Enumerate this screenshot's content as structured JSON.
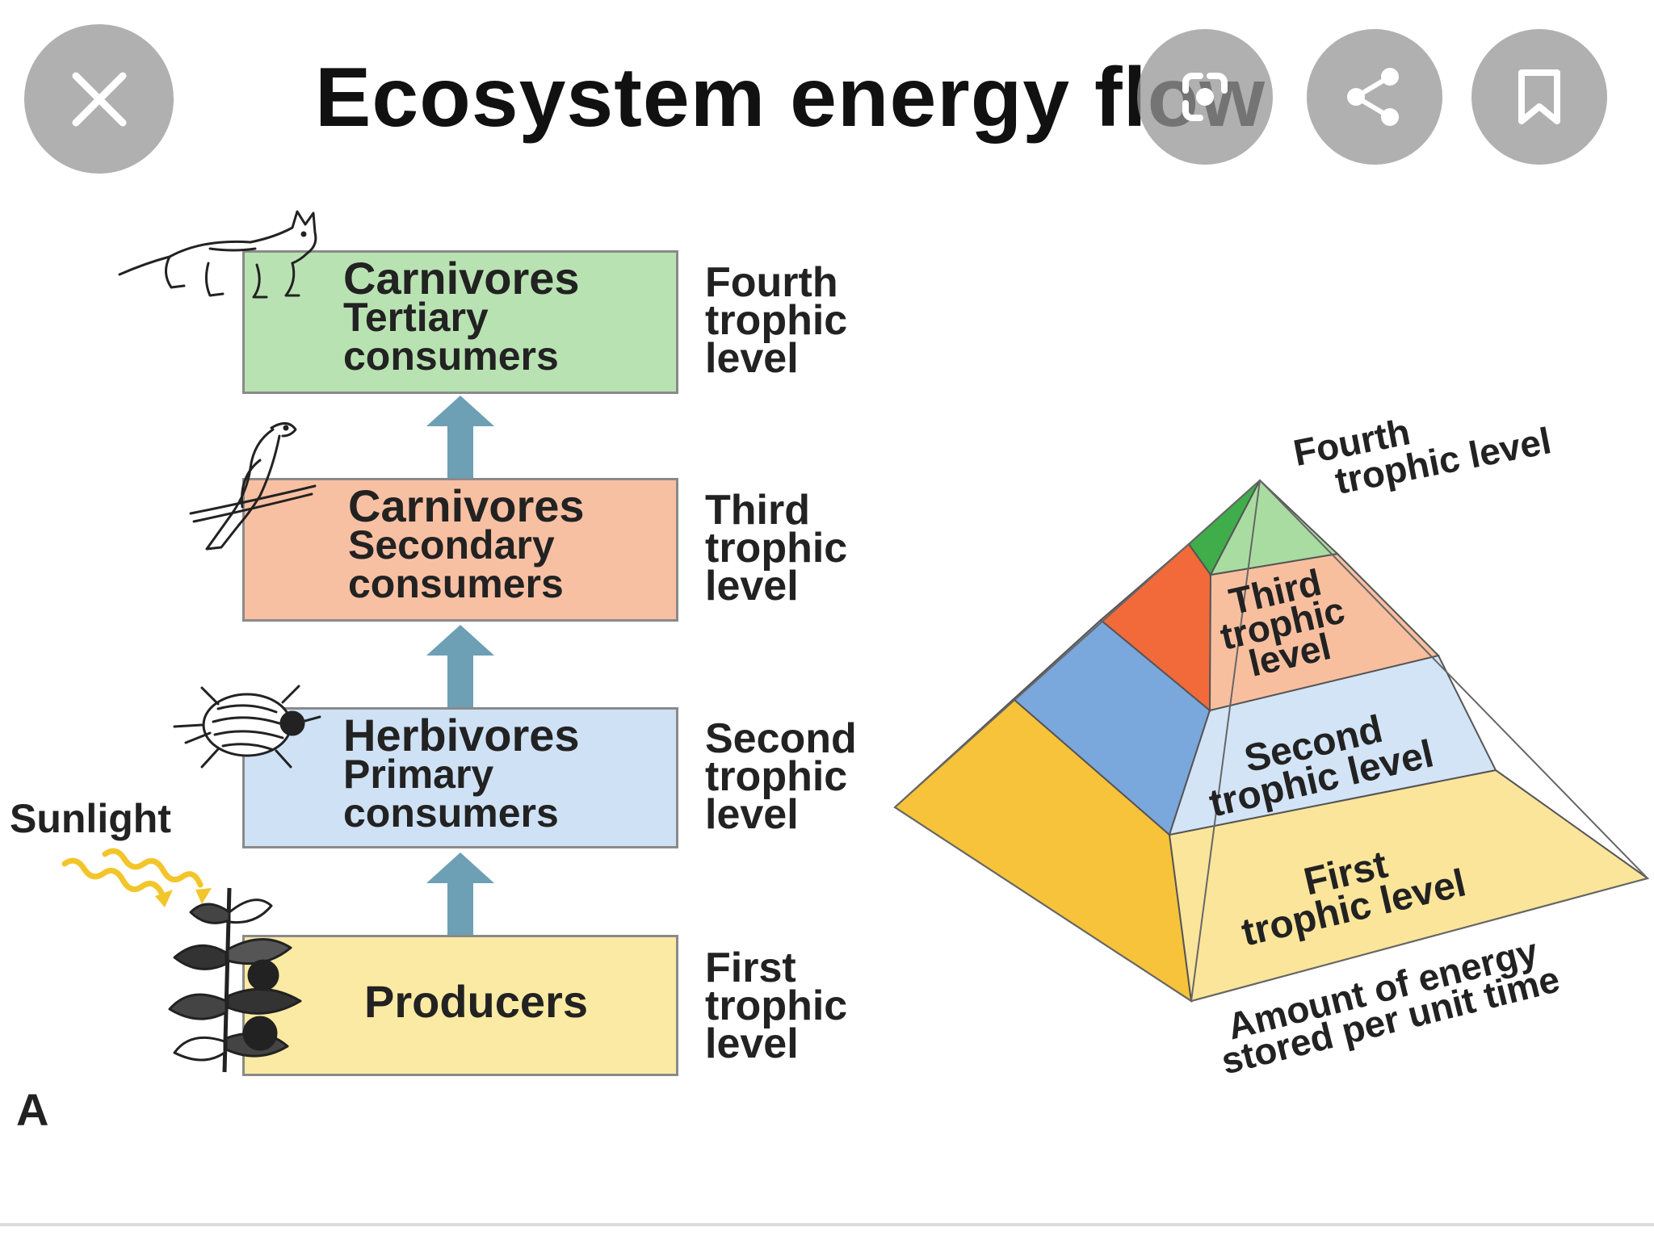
{
  "header": {
    "title": "Ecosystem energy flow",
    "close_icon": "close-icon",
    "lens_icon": "lens-icon",
    "share_icon": "share-icon",
    "bookmark_icon": "bookmark-icon"
  },
  "diagram": {
    "panel_letter": "A",
    "sunlight_label": "Sunlight",
    "levels": [
      {
        "line1": "Carnivores",
        "line2": "Tertiary",
        "line3": "consumers",
        "trophic": [
          "Fourth",
          "trophic",
          "level"
        ],
        "color": "#b9e2b2"
      },
      {
        "line1": "Carnivores",
        "line2": "Secondary",
        "line3": "consumers",
        "trophic": [
          "Third",
          "trophic",
          "level"
        ],
        "color": "#f8c0a3"
      },
      {
        "line1": "Herbivores",
        "line2": "Primary",
        "line3": "consumers",
        "trophic": [
          "Second",
          "trophic",
          "level"
        ],
        "color": "#cfe1f5"
      },
      {
        "line1": "Producers",
        "trophic": [
          "First",
          "trophic",
          "level"
        ],
        "color": "#fbeaa3"
      }
    ],
    "arrow_color": "#6d9fb5",
    "animals": [
      "cat-icon",
      "bird-icon",
      "beetle-icon",
      "plant-icon"
    ]
  },
  "pyramid": {
    "fourth": [
      "Fourth",
      "trophic level"
    ],
    "third": [
      "Third",
      "trophic",
      "level"
    ],
    "second": [
      "Second",
      "trophic level"
    ],
    "first": [
      "First",
      "trophic level"
    ],
    "caption": [
      "Amount of energy",
      "stored per unit time"
    ],
    "colors": {
      "yellow_dark": "#f6c33a",
      "yellow_light": "#fbe59a",
      "blue_dark": "#7aa7dc",
      "blue_light": "#d3e4f6",
      "orange_dark": "#f36a3a",
      "orange_light": "#f8bf9f",
      "green_dark": "#3fae4a",
      "green_light": "#a9dca1"
    }
  }
}
